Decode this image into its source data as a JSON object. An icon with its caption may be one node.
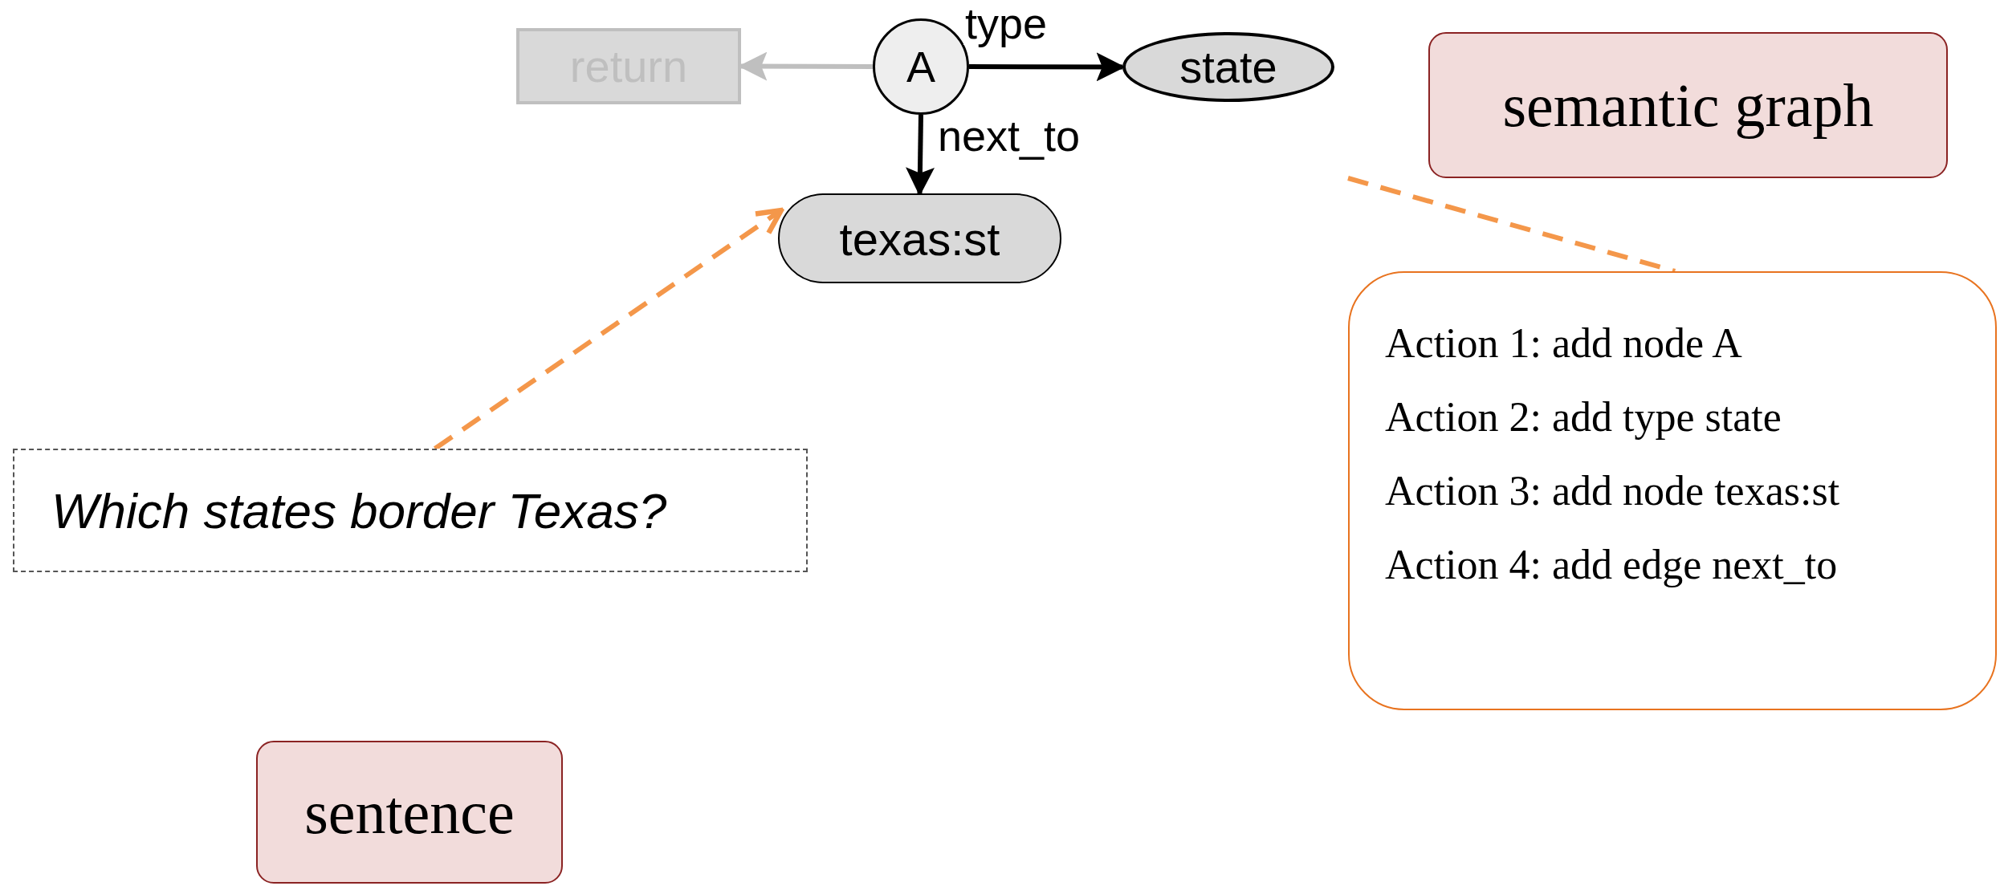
{
  "diagram": {
    "nodes": [
      {
        "text": [
          "return"
        ]
      },
      {
        "text": [
          "A"
        ]
      },
      {
        "text": [
          "state"
        ]
      },
      {
        "text": [
          "texas:st"
        ]
      },
      {
        "text": [
          "semantic graph"
        ]
      },
      {
        "text": [
          "Action 1: add node A",
          "Action 2: add type state",
          "Action 3: add node texas:st",
          "Action 4: add edge next_to"
        ]
      },
      {
        "text": [
          "Which states border Texas?"
        ]
      },
      {
        "text": [
          "sentence"
        ]
      }
    ],
    "edges": [
      {
        "from": 1,
        "to": 0,
        "arrow": "to",
        "color": "#bfbfbf"
      },
      {
        "from": 1,
        "to": 2,
        "arrow": "to",
        "label": "type"
      },
      {
        "from": 1,
        "to": 3,
        "arrow": "to",
        "label": "next_to"
      },
      {
        "from": 6,
        "to": 3,
        "arrow": "to",
        "style": "dashed",
        "color": "#f4974a"
      },
      {
        "from": null,
        "to": 5,
        "arrow": "none",
        "style": "dashed",
        "color": "#f4974a"
      }
    ]
  }
}
